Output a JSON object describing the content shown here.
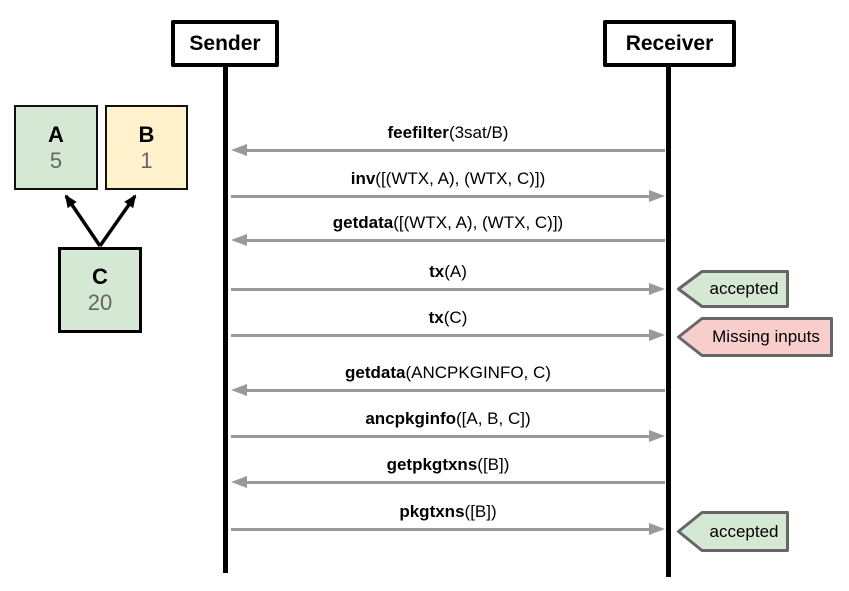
{
  "diagram": {
    "participants": [
      {
        "name": "Sender"
      },
      {
        "name": "Receiver"
      }
    ],
    "messages": [
      {
        "fn": "feefilter",
        "args": "(3sat/B)",
        "direction": "to-sender"
      },
      {
        "fn": "inv",
        "args": "([(WTX, A), (WTX, C)])",
        "direction": "to-receiver"
      },
      {
        "fn": "getdata",
        "args": "([(WTX, A), (WTX, C)])",
        "direction": "to-sender"
      },
      {
        "fn": "tx",
        "args": "(A)",
        "direction": "to-receiver"
      },
      {
        "fn": "tx",
        "args": "(C)",
        "direction": "to-receiver"
      },
      {
        "fn": "getdata",
        "args": "(ANCPKGINFO, C)",
        "direction": "to-sender"
      },
      {
        "fn": "ancpkginfo",
        "args": "([A, B, C])",
        "direction": "to-receiver"
      },
      {
        "fn": "getpkgtxns",
        "args": "([B])",
        "direction": "to-sender"
      },
      {
        "fn": "pkgtxns",
        "args": "([B])",
        "direction": "to-receiver"
      }
    ],
    "annotations": [
      {
        "label": "accepted",
        "type": "success"
      },
      {
        "label": "Missing inputs",
        "type": "error"
      },
      {
        "label": "accepted",
        "type": "success"
      }
    ]
  },
  "graph": {
    "nodes": [
      {
        "label": "A",
        "value": "5"
      },
      {
        "label": "B",
        "value": "1"
      },
      {
        "label": "C",
        "value": "20"
      }
    ],
    "edges": [
      {
        "from": "C",
        "to": "A"
      },
      {
        "from": "C",
        "to": "B"
      }
    ]
  },
  "colors": {
    "node_green": "#d5e8d4",
    "node_yellow": "#fff2cc",
    "annotation_success": "#d5e8d4",
    "annotation_error": "#f8cecc",
    "annotation_border": "#666666",
    "message_arrow": "#999999",
    "lifeline": "#000000"
  }
}
